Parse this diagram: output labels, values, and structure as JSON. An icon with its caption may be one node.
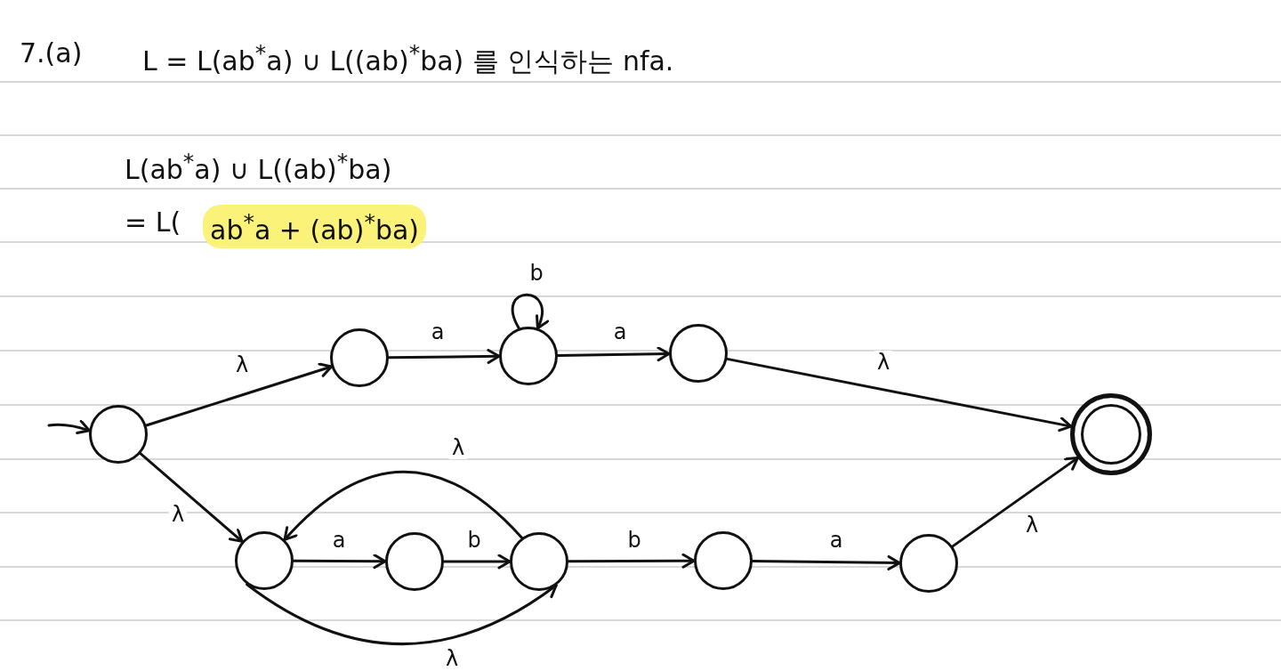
{
  "diagram": {
    "title": "L = L(ab$^{*}$a) ∪ L((ab)$^{*}$ba) 를 인식하는 nfa.",
    "nodes": [
      {
        "text": [],
        "shape": "circle"
      },
      {
        "text": [],
        "shape": "circle"
      },
      {
        "text": [],
        "shape": "circle"
      },
      {
        "text": [],
        "shape": "circle"
      },
      {
        "text": [],
        "shape": "circle"
      },
      {
        "text": [],
        "shape": "circle"
      },
      {
        "text": [],
        "shape": "circle"
      },
      {
        "text": [],
        "shape": "circle"
      },
      {
        "text": [],
        "shape": "circle"
      },
      {
        "text": [],
        "shape": "circle"
      }
    ],
    "edges": [
      {
        "from": null,
        "to": 0,
        "arrow": "to"
      },
      {
        "from": 0,
        "to": 1,
        "arrow": "to",
        "label": "λ"
      },
      {
        "from": 1,
        "to": 2,
        "arrow": "to",
        "label": "a"
      },
      {
        "from": 2,
        "to": 2,
        "arrow": "to",
        "label": "b"
      },
      {
        "from": 2,
        "to": 3,
        "arrow": "to",
        "label": "a"
      },
      {
        "from": 3,
        "to": 9,
        "arrow": "to",
        "label": "λ"
      },
      {
        "from": 0,
        "to": 4,
        "arrow": "to",
        "label": "λ"
      },
      {
        "from": 4,
        "to": 5,
        "arrow": "to",
        "label": "a"
      },
      {
        "from": 5,
        "to": 6,
        "arrow": "to",
        "label": "b"
      },
      {
        "from": 6,
        "to": 4,
        "arrow": "to",
        "label": "λ"
      },
      {
        "from": 4,
        "to": 6,
        "arrow": "to",
        "label": "λ"
      },
      {
        "from": 6,
        "to": 7,
        "arrow": "to",
        "label": "b"
      },
      {
        "from": 7,
        "to": 8,
        "arrow": "to",
        "label": "a"
      },
      {
        "from": 8,
        "to": 9,
        "arrow": "to",
        "label": "λ"
      }
    ],
    "labels": [
      "7.(a)",
      "L(ab$^{*}$a) ∪ L((ab)$^{*}$ba)",
      "= L(",
      "ab$^{*}$a + (ab)$^{*}$ba)"
    ]
  }
}
